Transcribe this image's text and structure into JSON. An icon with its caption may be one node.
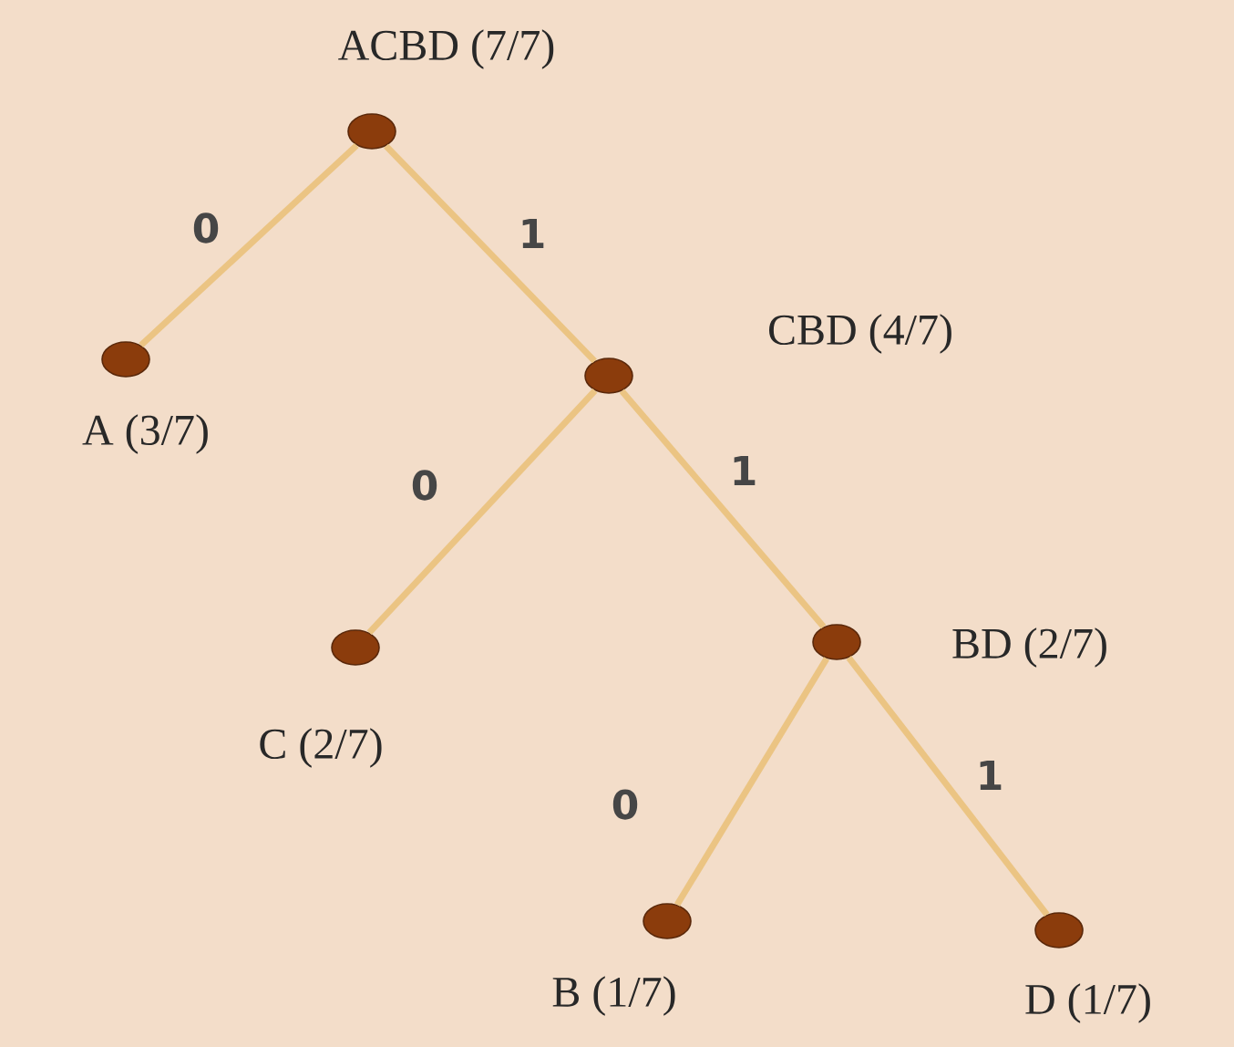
{
  "diagram": {
    "nodes": [
      {
        "text": [],
        "shape": "ellipse",
        "beside": [
          "ACBD (7/7)"
        ]
      },
      {
        "text": [],
        "shape": "ellipse",
        "beside": [
          "A (3/7)"
        ]
      },
      {
        "text": [],
        "shape": "ellipse",
        "beside": [
          "CBD (4/7)"
        ]
      },
      {
        "text": [],
        "shape": "ellipse",
        "beside": [
          "C (2/7)"
        ]
      },
      {
        "text": [],
        "shape": "ellipse",
        "beside": [
          "BD (2/7)"
        ]
      },
      {
        "text": [],
        "shape": "ellipse",
        "beside": [
          "B (1/7)"
        ]
      },
      {
        "text": [],
        "shape": "ellipse",
        "beside": [
          "D (1/7)"
        ]
      }
    ],
    "edges": [
      {
        "from": 0,
        "to": 1,
        "arrow": "none",
        "label": "0"
      },
      {
        "from": 0,
        "to": 2,
        "arrow": "none",
        "label": "1"
      },
      {
        "from": 2,
        "to": 3,
        "arrow": "none",
        "label": "0"
      },
      {
        "from": 2,
        "to": 4,
        "arrow": "none",
        "label": "1"
      },
      {
        "from": 4,
        "to": 5,
        "arrow": "none",
        "label": "0"
      },
      {
        "from": 4,
        "to": 6,
        "arrow": "none",
        "label": "1"
      }
    ]
  }
}
